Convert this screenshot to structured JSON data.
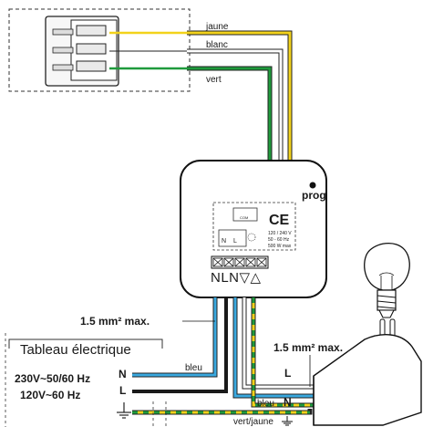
{
  "wire_labels": {
    "jaune": "jaune",
    "blanc": "blanc",
    "vert": "vert",
    "bleu_left": "bleu",
    "bleu_right": "bleu",
    "vert_jaune": "vert/jaune"
  },
  "module": {
    "prog_label": "prog",
    "ce_mark": "CE",
    "rating_line1": "120 / 240 V",
    "rating_line2": "50 - 60 Hz",
    "rating_line3": "500 W max",
    "terminal_letters": "NLN▽△",
    "com_label": "COM",
    "n_label": "N",
    "l_label": "L"
  },
  "panel": {
    "title": "Tableau électrique",
    "voltage_line1": "230V~50/60 Hz",
    "voltage_line2": "120V~60 Hz",
    "n_terminal": "N",
    "l_terminal": "L"
  },
  "annotations": {
    "section_left": "1.5 mm² max.",
    "section_right": "1.5 mm² max."
  },
  "load": {
    "l_terminal": "L",
    "n_terminal": "N"
  },
  "colors": {
    "yellow": "#f2d21b",
    "green": "#1f9a3c",
    "blue": "#3aa9e0",
    "black": "#1a1a1a",
    "white_wire": "#ffffff"
  }
}
